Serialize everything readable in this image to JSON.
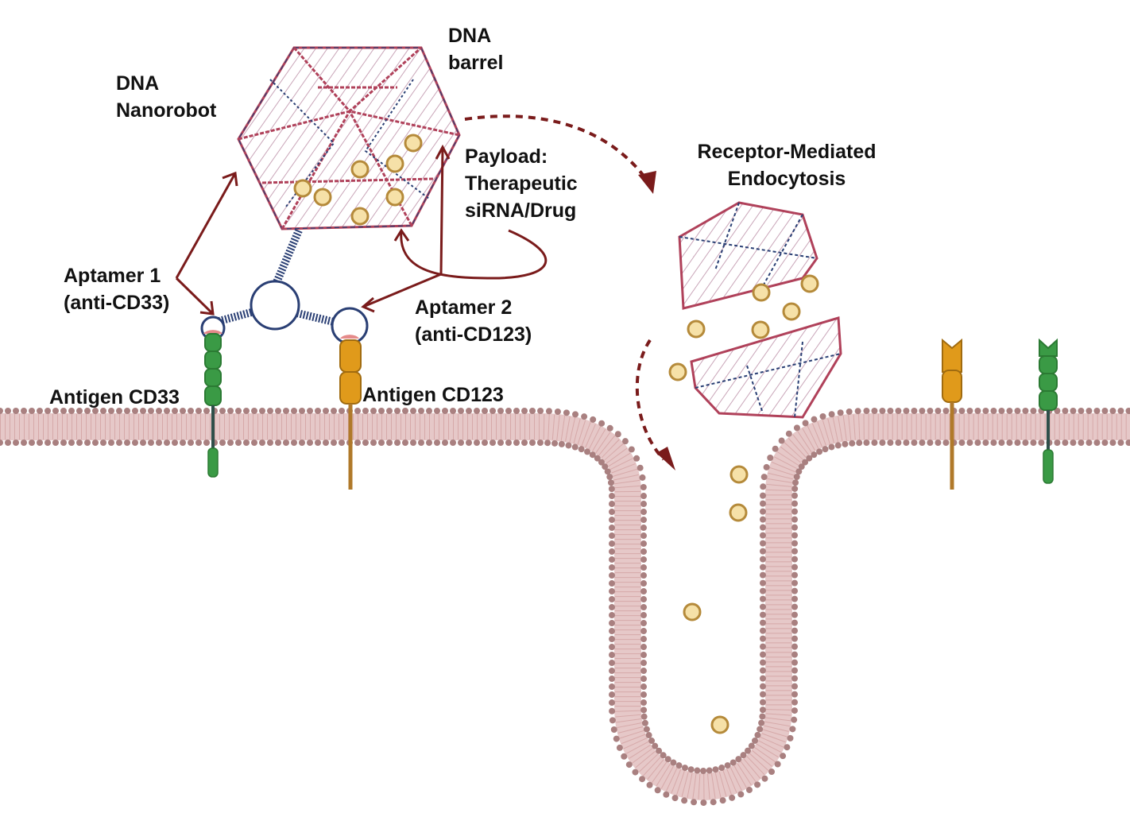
{
  "labels": {
    "dna_nanorobot": [
      "DNA",
      "Nanorobot"
    ],
    "dna_barrel": [
      "DNA",
      "barrel"
    ],
    "payload": [
      "Payload:",
      "Therapeutic",
      "siRNA/Drug"
    ],
    "endocytosis": [
      "Receptor-Mediated",
      "Endocytosis"
    ],
    "aptamer1": [
      "Aptamer 1",
      "(anti-CD33)"
    ],
    "aptamer2": [
      "Aptamer 2",
      "(anti-CD123)"
    ],
    "antigen_cd33": "Antigen CD33",
    "antigen_cd123": "Antigen CD123"
  },
  "colors": {
    "membrane_head": "#a98080",
    "membrane_tail": "#d9b7b7",
    "arrow": "#7a1b1b",
    "cd33": "#3a9a45",
    "cd123": "#e09a1b",
    "cd123_stalk": "#b0792a",
    "payload_fill": "#f6e1a8",
    "payload_stroke": "#b58a3a",
    "dna_red": "#b0415a",
    "dna_blue": "#2a3f74"
  }
}
